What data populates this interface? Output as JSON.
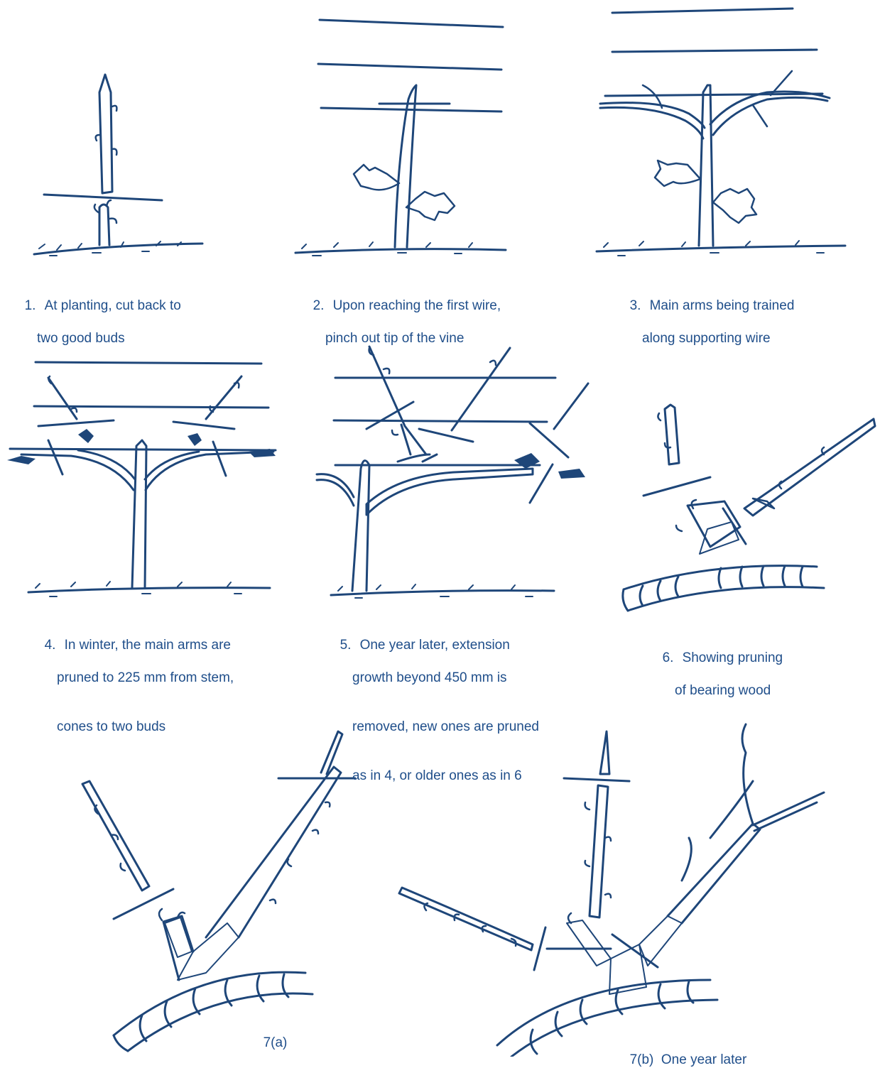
{
  "ink_color": "#1e4679",
  "caption_color": "#1f4e8a",
  "figures": [
    {
      "id": "1",
      "number": "1.",
      "lines": [
        "At planting, cut back to",
        "two good buds"
      ]
    },
    {
      "id": "2",
      "number": "2.",
      "lines": [
        "Upon reaching the first wire,",
        "pinch out tip of the vine"
      ]
    },
    {
      "id": "3",
      "number": "3.",
      "lines": [
        "Main arms being trained",
        "along supporting wire"
      ]
    },
    {
      "id": "4",
      "number": "4.",
      "lines": [
        "In winter, the main arms are",
        "pruned to 225 mm from stem,",
        "cones to two buds"
      ]
    },
    {
      "id": "5",
      "number": "5.",
      "lines": [
        "One year later, extension",
        "growth beyond 450 mm is",
        "removed, new ones are pruned",
        "as in 4, or older ones as in 6"
      ]
    },
    {
      "id": "6",
      "number": "6.",
      "lines": [
        "Showing pruning",
        "of bearing wood"
      ]
    },
    {
      "id": "7a",
      "number": "",
      "lines": [
        "7(a)"
      ]
    },
    {
      "id": "7b",
      "number": "",
      "lines": [
        "7(b)  One year later"
      ]
    }
  ]
}
